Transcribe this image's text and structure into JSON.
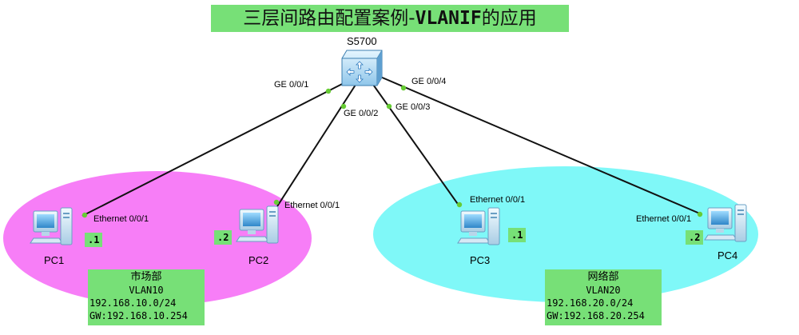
{
  "title": {
    "cn": "三层间路由配置案例-",
    "en": "VLANIF",
    "tail": "的应用"
  },
  "switch": {
    "name": "S5700",
    "icon": "l3-switch-icon"
  },
  "ports": {
    "sw_p1": "GE 0/0/1",
    "sw_p2": "GE 0/0/2",
    "sw_p3": "GE 0/0/3",
    "sw_p4": "GE 0/0/4",
    "pc1_eth": "Ethernet 0/0/1",
    "pc2_eth": "Ethernet 0/0/1",
    "pc3_eth": "Ethernet 0/0/1",
    "pc4_eth": "Ethernet 0/0/1"
  },
  "pcs": [
    {
      "name": "PC1",
      "ip_tag": ".1"
    },
    {
      "name": "PC2",
      "ip_tag": ".2"
    },
    {
      "name": "PC3",
      "ip_tag": ".1"
    },
    {
      "name": "PC4",
      "ip_tag": ".2"
    }
  ],
  "groups": [
    {
      "dept": "市场部",
      "vlan": "VLAN10",
      "subnet": "192.168.10.0/24",
      "gw": "GW:192.168.10.254",
      "color": "#f77ef7"
    },
    {
      "dept": "网络部",
      "vlan": "VLAN20",
      "subnet": "192.168.20.0/24",
      "gw": "GW:192.168.20.254",
      "color": "#7ff8f8"
    }
  ],
  "colors": {
    "label_bg": "#77e077",
    "link": "#111111",
    "port_dot": "#66cc33"
  }
}
